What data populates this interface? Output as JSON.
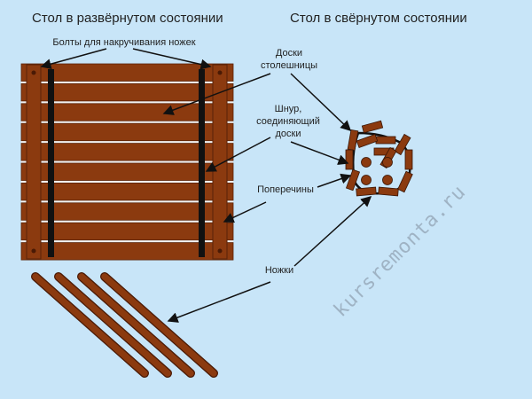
{
  "titles": {
    "unfolded": "Стол в развёрнутом состоянии",
    "folded": "Стол в свёрнутом состоянии"
  },
  "labels": {
    "bolts": "Болты для накручивания ножек",
    "boards_line1": "Доски",
    "boards_line2": "столешницы",
    "cord_line1": "Шнур,",
    "cord_line2": "соединяющий",
    "cord_line3": "доски",
    "crossbars": "Поперечины",
    "legs": "Ножки"
  },
  "watermark": "kursremonta.ru",
  "colors": {
    "wood": "#8b3a0f",
    "background": "#c8e5f8",
    "cord": "#111111"
  }
}
